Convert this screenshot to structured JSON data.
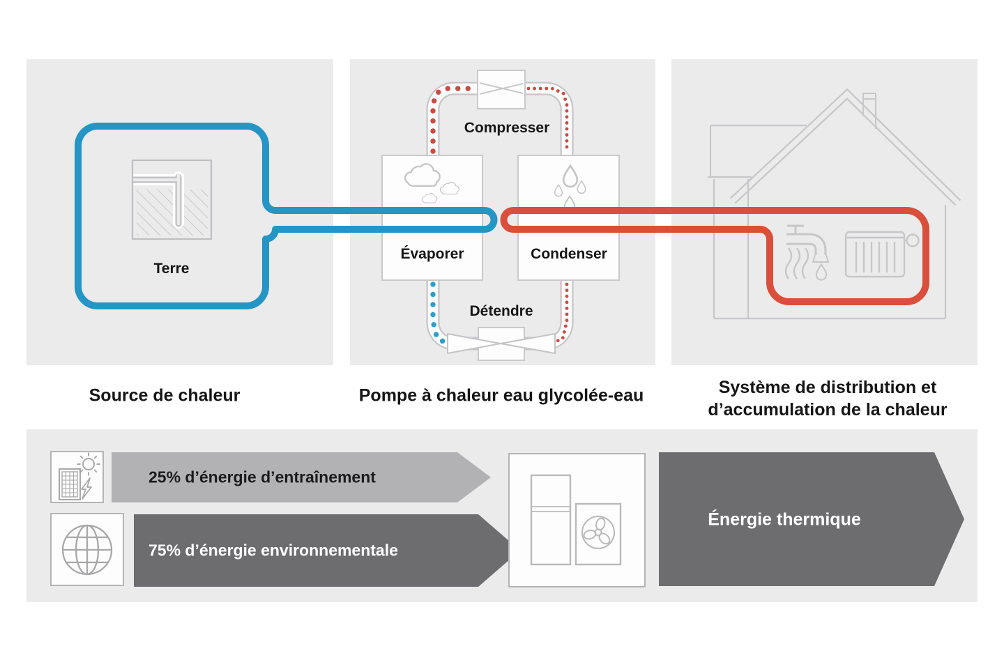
{
  "panels": {
    "source": {
      "caption": "Source de chaleur",
      "ground_label": "Terre"
    },
    "heat_pump": {
      "caption": "Pompe à chaleur eau glycolée-eau",
      "compressor_label": "Compresser",
      "evaporator_label": "Évaporer",
      "condenser_label": "Condenser",
      "expansion_label": "Détendre"
    },
    "distribution": {
      "caption_line1": "Système de distribution et",
      "caption_line2": "d’accumulation de la chaleur"
    }
  },
  "energy_flow": {
    "drive_energy_label": "25% d’énergie d’entraînement",
    "environmental_energy_label": "75% d’énergie environnementale",
    "thermal_energy_label": "Énergie thermique"
  },
  "icons": {
    "ground_probe": "ground-probe-icon",
    "clouds": "evaporation-clouds-icon",
    "droplets": "condensation-droplets-icon",
    "house": "house-icon",
    "faucet": "hot-water-faucet-icon",
    "radiator": "radiator-icon",
    "power_building": "building-sun-electricity-icon",
    "globe": "globe-icon",
    "heat_pump_unit": "heat-pump-unit-icon",
    "fan": "fan-icon"
  },
  "colors": {
    "panel_background": "#ebebec",
    "brine_circuit_blue": "#2595c5",
    "heating_circuit_red": "#d94f3b",
    "refrigerant_dot_red": "#cc4a40",
    "refrigerant_dot_blue": "#2f9dc9",
    "arrow_light_gray": "#b2b2b4",
    "arrow_dark_gray": "#6d6d70",
    "outline_gray": "#c7c7c9"
  }
}
